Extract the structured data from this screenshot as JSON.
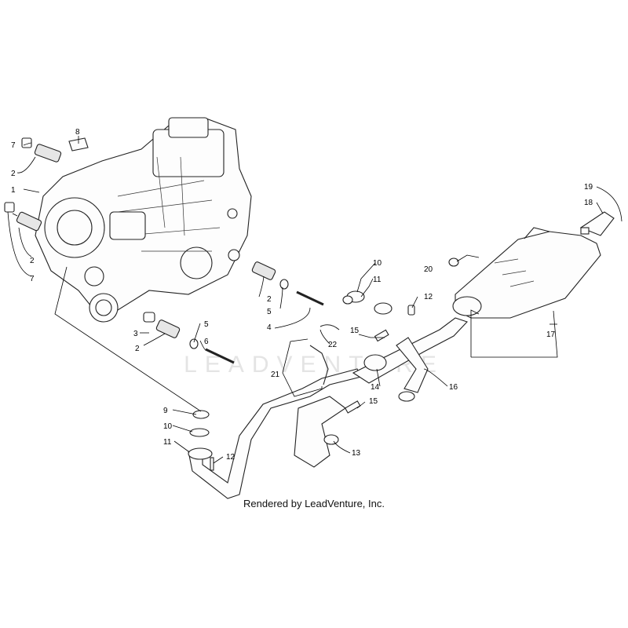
{
  "diagram": {
    "callouts": [
      "1",
      "2",
      "2",
      "2",
      "2",
      "3",
      "4",
      "5",
      "5",
      "6",
      "7",
      "7",
      "8",
      "9",
      "10",
      "10",
      "11",
      "11",
      "12",
      "12",
      "13",
      "14",
      "15",
      "15",
      "16",
      "17",
      "18",
      "19",
      "20",
      "21",
      "22"
    ],
    "watermark": "LEADVENTURE",
    "caption": "Rendered by LeadVenture, Inc."
  }
}
